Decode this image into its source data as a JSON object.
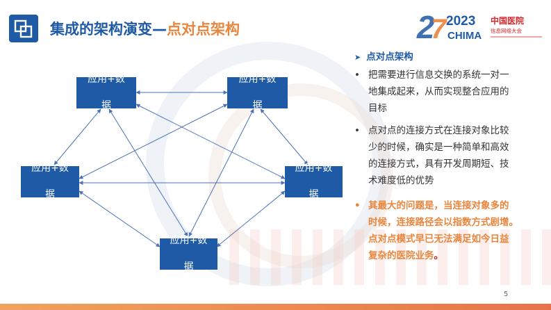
{
  "header": {
    "title_main": "集成的架构演变",
    "title_dash": "—",
    "title_accent": "点对点架构"
  },
  "logo": {
    "number": "2023",
    "mark": "CHIMA",
    "org_cn": "中国医院",
    "org_sub": "信息网络大会"
  },
  "colors": {
    "primary": "#1f5aa6",
    "accent": "#e9853c",
    "text": "#333333"
  },
  "diagram": {
    "nodes": [
      {
        "id": "top-left",
        "line1": "应用+数",
        "line2": "据"
      },
      {
        "id": "top-right",
        "line1": "应用+数",
        "line2": "据"
      },
      {
        "id": "mid-left",
        "line1": "应用+数",
        "line2": "据"
      },
      {
        "id": "mid-right",
        "line1": "应用+数",
        "line2": "据"
      },
      {
        "id": "bottom",
        "line1": "应用+数",
        "line2": "据"
      }
    ]
  },
  "panel": {
    "heading": "点对点架构",
    "bullets": [
      {
        "lines": [
          "把需要进行信息交换的系统一对一",
          "地集成起来，从而实现整合应用的",
          "目标"
        ]
      },
      {
        "lines": [
          "点对点的连接方式在连接对象比较",
          "少的时候，确实是一种简单和高效",
          "的连接方式，具有开发周期短、技",
          "术难度低的优势"
        ]
      }
    ],
    "highlight": {
      "lines": [
        "其最大的问题是，当连接对象多的",
        "时候，连接路径会以指数方式剧增。",
        "点对点模式早已无法满足如今日益",
        "复杂的医院业务"
      ],
      "trailing": "。"
    }
  },
  "page_number": "5"
}
